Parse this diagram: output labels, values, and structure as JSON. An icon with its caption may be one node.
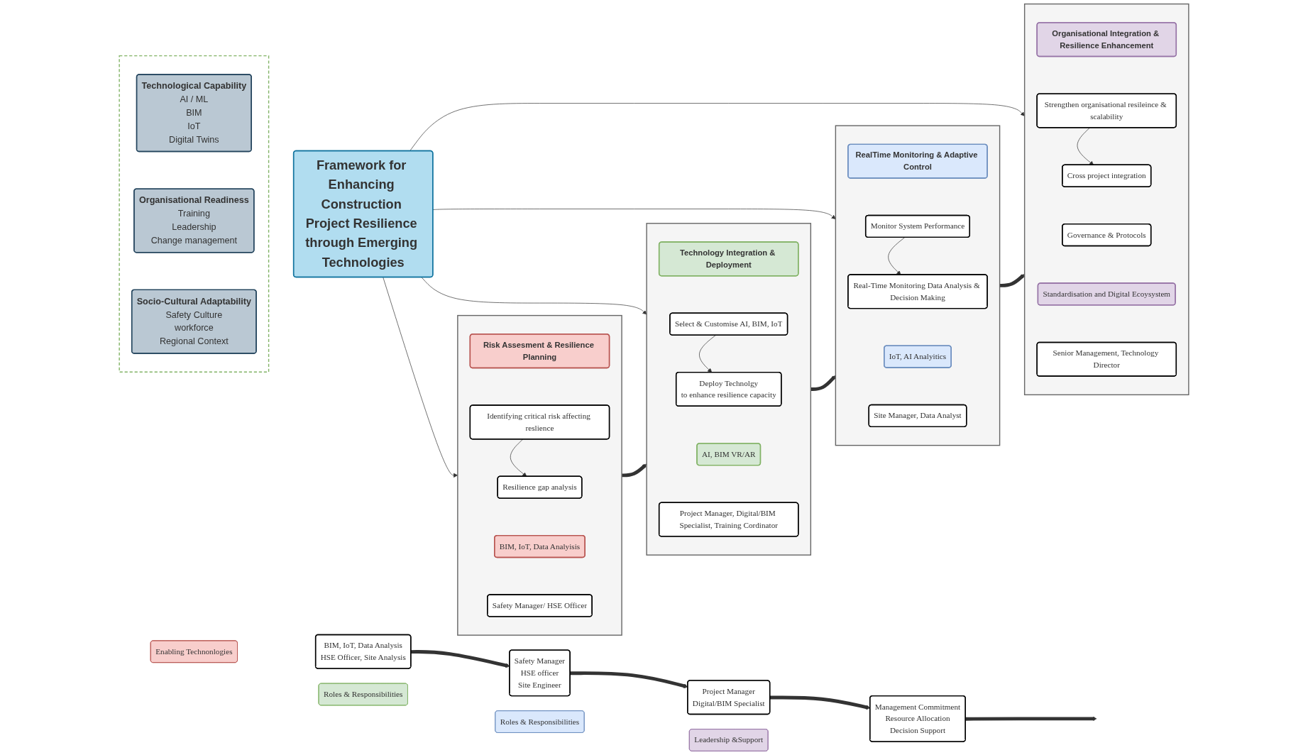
{
  "diagram": {
    "nodes": [
      {
        "text": [
          "Framework for Enhancing Construction Project Resilience through Emerging Technologies"
        ]
      },
      {
        "text": [],
        "shape": "box"
      },
      {
        "text": [
          "Technological Capability",
          "AI / ML",
          "BIM",
          "IoT",
          "Digital Twins"
        ],
        "in": 1
      },
      {
        "text": [
          "Organisational Readiness",
          "Training",
          "Leadership",
          "Change management"
        ],
        "in": 1
      },
      {
        "text": [
          "Socio-Cultural Adaptability",
          "Safety Culture",
          "workforce",
          "Regional Context"
        ],
        "in": 1
      },
      {
        "text": [],
        "shape": "box"
      },
      {
        "text": [
          "Risk Assesment & Resilience Planning"
        ],
        "in": 5
      },
      {
        "text": [
          "Identifying critical risk affecting reslience"
        ],
        "in": 5
      },
      {
        "text": [
          "Resilience gap analysis"
        ],
        "in": 5
      },
      {
        "text": [
          "BIM, IoT, Data Analyisis"
        ],
        "in": 5
      },
      {
        "text": [
          "Safety Manager/ HSE Officer"
        ],
        "in": 5
      },
      {
        "text": [],
        "shape": "box"
      },
      {
        "text": [
          "Technology Integration & Deployment"
        ],
        "in": 11
      },
      {
        "text": [
          "Select & Customise AI, BIM, IoT"
        ],
        "in": 11
      },
      {
        "text": [
          "Deploy Technolgy",
          "to enhance resilience capacity"
        ],
        "in": 11
      },
      {
        "text": [
          "AI, BIM VR/AR"
        ],
        "in": 11
      },
      {
        "text": [
          "Project Manager, Digital/BIM Specialist, Training Cordinator"
        ],
        "in": 11
      },
      {
        "text": [],
        "shape": "box"
      },
      {
        "text": [
          "RealTime Monitoring & Adaptive Control"
        ],
        "in": 17
      },
      {
        "text": [
          "Monitor System Performance"
        ],
        "in": 17
      },
      {
        "text": [
          "Real-Time Monitoring Data Analysis & Decision Making"
        ],
        "in": 17
      },
      {
        "text": [
          "IoT, AI Analyitics"
        ],
        "in": 17
      },
      {
        "text": [
          "Site Manager, Data Analyst"
        ],
        "in": 17
      },
      {
        "text": [],
        "shape": "box"
      },
      {
        "text": [
          "Organisational Integration & Resilience Enhancement"
        ],
        "in": 23
      },
      {
        "text": [
          "Strengthen organisational resileince & scalability"
        ],
        "in": 23
      },
      {
        "text": [
          "Cross project integration"
        ],
        "in": 23
      },
      {
        "text": [
          "Governance & Protocols"
        ],
        "in": 23
      },
      {
        "text": [
          "Standardisation and Digital Ecoysystem"
        ],
        "in": 23
      },
      {
        "text": [
          "Senior Management, Technology Director"
        ],
        "in": 23
      },
      {
        "text": [
          "Enabling Technonlogies"
        ]
      },
      {
        "text": [
          "BIM, IoT, Data Analysis",
          "HSE Officer, Site Analysis"
        ]
      },
      {
        "text": [
          "Roles & Responsibilities"
        ]
      },
      {
        "text": [
          "Safety Manager",
          "HSE officer",
          "Site Engineer"
        ]
      },
      {
        "text": [
          "Roles & Responsibilities"
        ]
      },
      {
        "text": [
          "Project Manager",
          "Digital/BIM Specialist"
        ]
      },
      {
        "text": [
          "Leadership &Support"
        ]
      },
      {
        "text": [
          "Management Commitment",
          "Resource Allocation",
          "Decision Support"
        ]
      }
    ],
    "edges": [
      {
        "from": 0,
        "to": 5,
        "arrow": "to"
      },
      {
        "from": 0,
        "to": 11,
        "arrow": "to"
      },
      {
        "from": 0,
        "to": 17,
        "arrow": "to"
      },
      {
        "from": 0,
        "to": 23,
        "arrow": "to"
      },
      {
        "from": 7,
        "to": 8,
        "arrow": "to"
      },
      {
        "from": 13,
        "to": 14,
        "arrow": "to"
      },
      {
        "from": 19,
        "to": 20,
        "arrow": "to"
      },
      {
        "from": 25,
        "to": 26,
        "arrow": "to"
      },
      {
        "from": 5,
        "to": 11,
        "arrow": "to",
        "style": "thick"
      },
      {
        "from": 11,
        "to": 17,
        "arrow": "to",
        "style": "thick"
      },
      {
        "from": 17,
        "to": 23,
        "arrow": "to",
        "style": "thick"
      },
      {
        "from": 31,
        "to": 33,
        "arrow": "to",
        "style": "thick"
      },
      {
        "from": 33,
        "to": 35,
        "arrow": "to",
        "style": "thick"
      },
      {
        "from": 35,
        "to": 37,
        "arrow": "to",
        "style": "thick"
      },
      {
        "from": 37,
        "to": null,
        "arrow": "to",
        "style": "thick"
      }
    ]
  }
}
